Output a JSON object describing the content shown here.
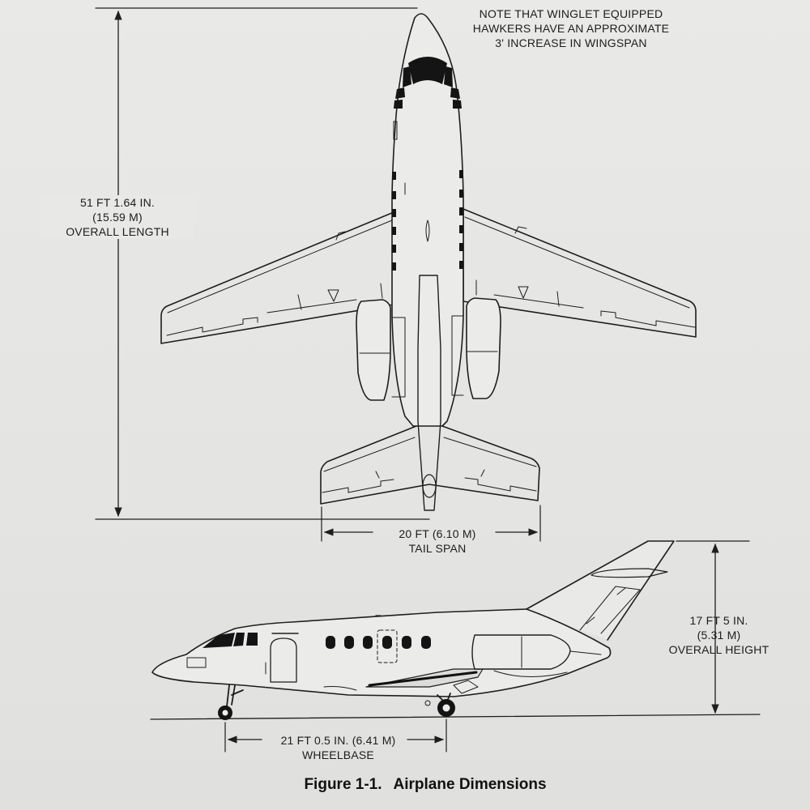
{
  "note": [
    "NOTE THAT WINGLET EQUIPPED",
    "HAWKERS HAVE AN APPROXIMATE",
    "3' INCREASE IN WINGSPAN"
  ],
  "overall_length": [
    "51 FT 1.64 IN.",
    "(15.59 M)",
    "OVERALL LENGTH"
  ],
  "tail_span": [
    "20 FT (6.10 M)",
    "TAIL SPAN"
  ],
  "overall_height": [
    "17 FT 5 IN.",
    "(5.31 M)",
    "OVERALL HEIGHT"
  ],
  "wheelbase": [
    "21 FT 0.5 IN. (6.41 M)",
    "WHEELBASE"
  ],
  "caption": {
    "number": "Figure 1-1.",
    "title": "Airplane Dimensions"
  }
}
